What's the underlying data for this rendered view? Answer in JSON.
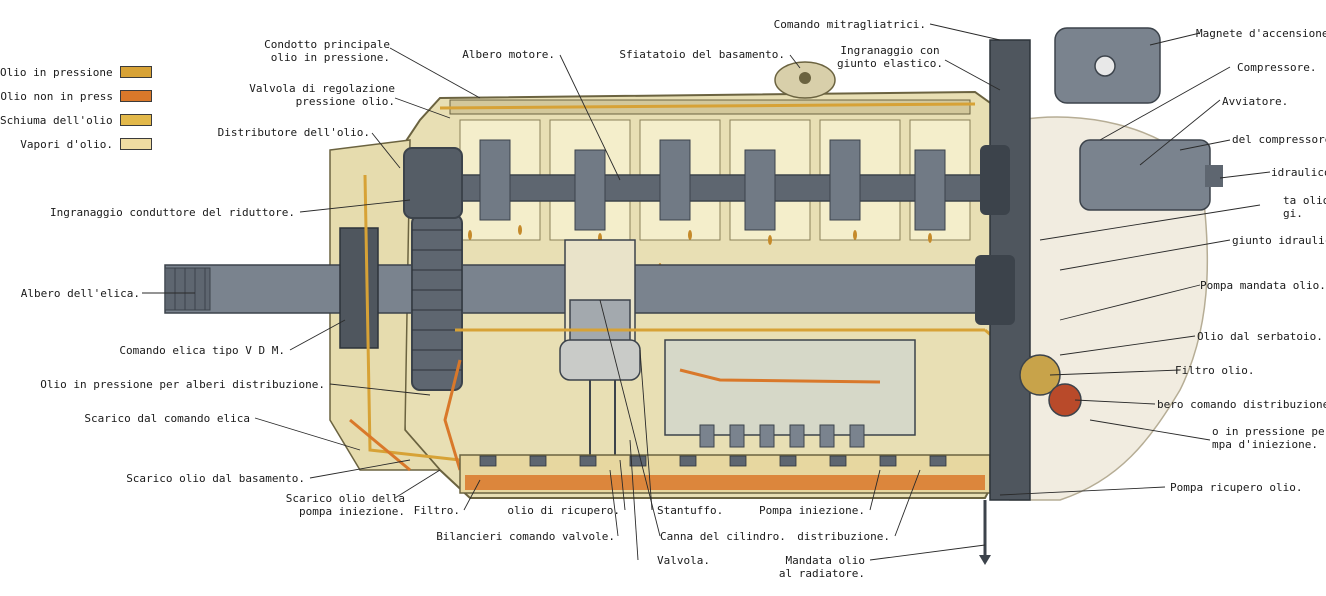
{
  "legend": [
    {
      "label": "Olio in pressione.",
      "color": "#d7a236"
    },
    {
      "label": "Olio non in press",
      "color": "#d9782a"
    },
    {
      "label": "Schiuma dell'olio.",
      "color": "#e2b84a"
    },
    {
      "label": "Vapori d'olio.",
      "color": "#efdca2"
    }
  ],
  "labels": {
    "condotto_principale": "Condotto principale\nolio in pressione.",
    "valvola_regolazione": "Valvola di regolazione\npressione olio.",
    "distributore_olio": "Distributore dell'olio.",
    "ingranaggio_riduttore": "Ingranaggio conduttore del riduttore.",
    "albero_elica": "Albero dell'elica.",
    "comando_elica": "Comando elica tipo V D M.",
    "olio_alberi_distribuzione": "Olio in pressione per alberi distribuzione.",
    "scarico_comando_elica": "Scarico dal comando elica",
    "scarico_basamento": "Scarico olio dal basamento.",
    "scarico_pompa_iniezione": "Scarico olio della\npompa iniezione.",
    "filtro_left": "Filtro.",
    "olio_ricupero": "olio di ricupero.",
    "bilancieri": "Bilancieri comando valvole.",
    "valvola": "Valvola.",
    "santuffo": "Stantuffo.",
    "canna_cilindro": "Canna del cilindro.",
    "albero_motore": "Albero motore.",
    "sfiatatoio": "Sfiatatoio del basamento.",
    "comando_mitragliatrici": "Comando mitragliatrici.",
    "ingranaggio_giunto": "Ingranaggio con\ngiunto elastico.",
    "pompa_iniezione": "Pompa iniezione.",
    "distribuzione": "distribuzione.",
    "mandata_radiatore": "Mandata olio\nal radiatore.",
    "pompa_ricupero": "Pompa ricupero olio.",
    "magnete": "Magnete d'accensione.",
    "compressore": "Compressore.",
    "avviatore": "Avviatore.",
    "del_compressore": "del compressore.",
    "idraulico": "idraulico.",
    "ta_olio": "ta olio\ngi.",
    "giunto_idraulico": "giunto idraulico.",
    "pompa_mandata": "Pompa mandata olio.",
    "olio_serbatoio": "Olio dal serbatoio.",
    "filtro_olio": "Filtro olio.",
    "albero_comando_distribuzione": "bero comando distribuzione.",
    "olio_pompa_iniezione": "o in pressione per\nmpa d'iniezione."
  },
  "colors": {
    "oil_pressure": "#d7a236",
    "oil_return": "#d9782a",
    "casing": "#e8dfb4",
    "steel": "#5e6670",
    "steel_dark": "#3c434b",
    "housing_light": "#f1ece0"
  }
}
